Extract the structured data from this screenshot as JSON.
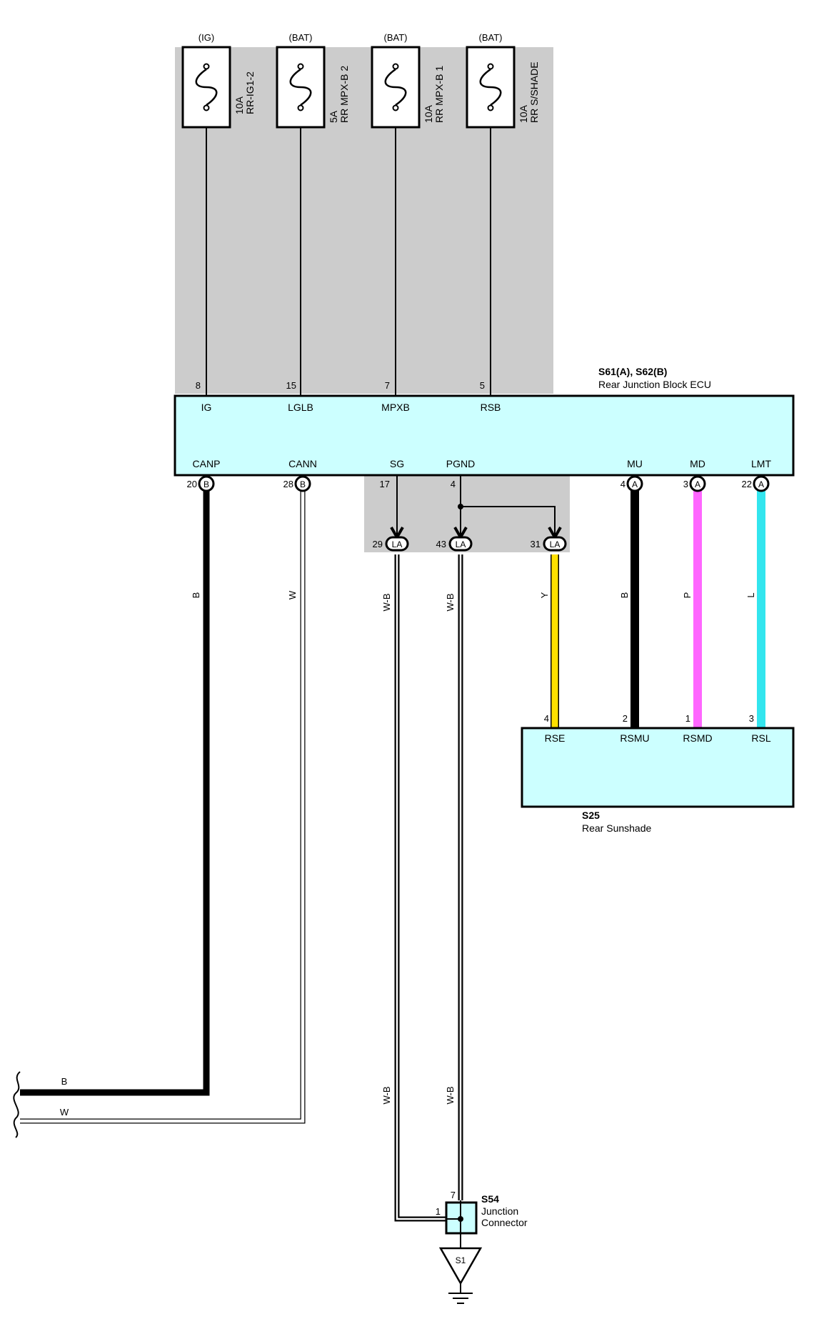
{
  "fuses": [
    {
      "source": "(IG)",
      "rating": "10A",
      "name": "RR-IG1-2",
      "pin": "8",
      "terminal": "IG"
    },
    {
      "source": "(BAT)",
      "rating": "5A",
      "name": "RR MPX-B 2",
      "pin": "15",
      "terminal": "LGLB"
    },
    {
      "source": "(BAT)",
      "rating": "10A",
      "name": "RR MPX-B 1",
      "pin": "7",
      "terminal": "MPXB"
    },
    {
      "source": "(BAT)",
      "rating": "10A",
      "name": "RR S/SHADE",
      "pin": "5",
      "terminal": "RSB"
    }
  ],
  "ecu": {
    "code": "S61(A), S62(B)",
    "name": "Rear Junction Block ECU",
    "bottom_terminals": [
      {
        "label": "CANP",
        "pin": "20",
        "conn": "B"
      },
      {
        "label": "CANN",
        "pin": "28",
        "conn": "B"
      },
      {
        "label": "SG",
        "pin": "17",
        "conn": ""
      },
      {
        "label": "PGND",
        "pin": "4",
        "conn": ""
      },
      {
        "label": "MU",
        "pin": "4",
        "conn": "A"
      },
      {
        "label": "MD",
        "pin": "3",
        "conn": "A"
      },
      {
        "label": "LMT",
        "pin": "22",
        "conn": "A"
      }
    ]
  },
  "la_connectors": [
    {
      "pin": "29",
      "label": "LA"
    },
    {
      "pin": "43",
      "label": "LA"
    },
    {
      "pin": "31",
      "label": "LA"
    }
  ],
  "sunshade": {
    "code": "S25",
    "name": "Rear Sunshade",
    "terminals": [
      {
        "label": "RSE",
        "pin": "4"
      },
      {
        "label": "RSMU",
        "pin": "2"
      },
      {
        "label": "RSMD",
        "pin": "1"
      },
      {
        "label": "RSL",
        "pin": "3"
      }
    ]
  },
  "junction": {
    "code": "S54",
    "line1": "Junction",
    "line2": "Connector",
    "pin_top": "7",
    "pin_left": "1",
    "ground": "S1"
  },
  "wire_colors": {
    "canp": "B",
    "cann": "W",
    "sg": "W-B",
    "pgnd": "W-B",
    "rse": "Y",
    "mu": "B",
    "md": "P",
    "lmt": "L",
    "left_b": "B",
    "left_w": "W",
    "sg_low": "W-B",
    "pgnd_low": "W-B"
  },
  "colors": {
    "component_fill": "#ccffff",
    "shade": "#cccccc",
    "yellow": "#ffe000",
    "pink": "#ff66ff",
    "cyan": "#33e5ee",
    "black": "#000000"
  }
}
